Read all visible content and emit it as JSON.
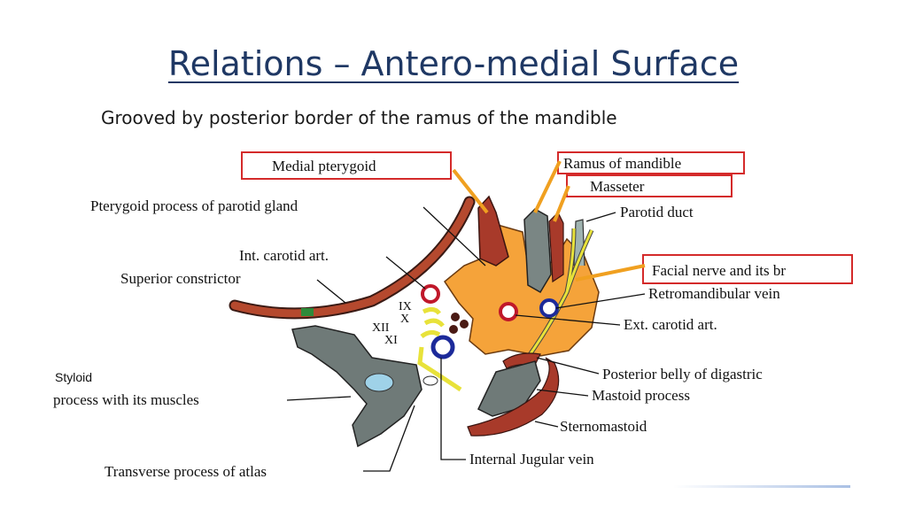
{
  "slide": {
    "title": "Relations – Antero-medial Surface",
    "subtitle": "Grooved by posterior  border of the ramus of the mandible"
  },
  "labels": {
    "medial_pterygoid": "Medial pterygoid",
    "ramus_of_mandible": "Ramus of mandible",
    "masseter": "Masseter",
    "parotid_duct": "Parotid duct",
    "pterygoid_process": "Pterygoid process of parotid gland",
    "int_carotid": "Int. carotid art.",
    "superior_constrictor": "Superior constrictor",
    "facial_nerve": "Facial nerve and its br",
    "retromandibular_vein": "Retromandibular vein",
    "ext_carotid": "Ext. carotid art.",
    "styloid_line1": "Styloid",
    "styloid_line2": "process with its muscles",
    "posterior_belly": "Posterior belly of digastric",
    "mastoid_process": "Mastoid process",
    "sternomastoid": "Sternomastoid",
    "internal_jugular": "Internal Jugular vein",
    "transverse_process": "Transverse process of atlas",
    "nerve_ix": "IX",
    "nerve_x": "X",
    "nerve_xii": "XII",
    "nerve_xi": "XI"
  },
  "colors": {
    "title": "#1f3864",
    "highlight_box": "#d42a2a",
    "highlight_arrow": "#f0a020",
    "parotid": "#f5a33a",
    "muscle": "#a83a2a",
    "bone": "#6f7a78",
    "nerve": "#e8e23a",
    "artery": "#c0182a",
    "vein": "#1c2a9a"
  }
}
